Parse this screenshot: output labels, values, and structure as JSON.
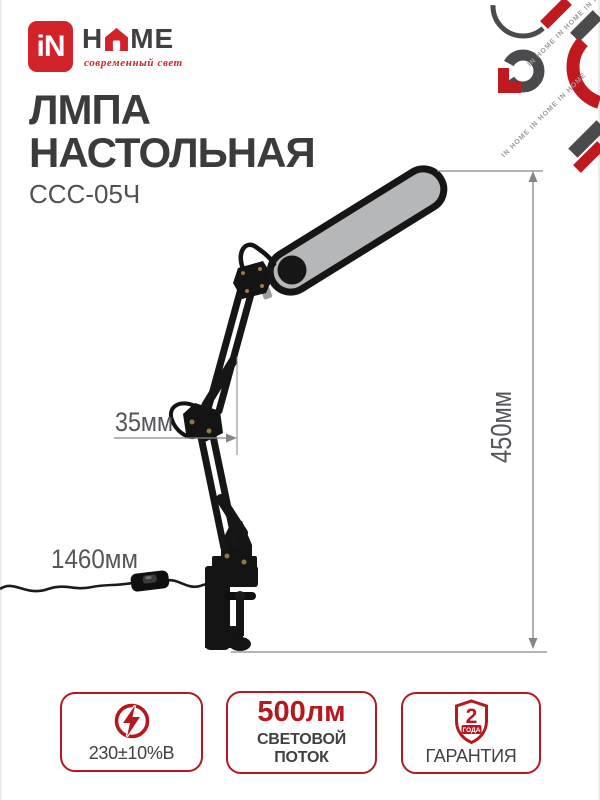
{
  "colors": {
    "accent_red": "#b5191f",
    "logo_red": "#d2232a",
    "dark_text": "#3b3b3d",
    "dim_gray": "#55565a",
    "lamp_black": "#161616",
    "lamp_shade_gray": "#b6b7b9"
  },
  "logo": {
    "mark": "iN",
    "home_h": "H",
    "home_me": "ME",
    "tagline": "современный свет"
  },
  "decoration": {
    "watermark": "IN HOME  IN HOME  IN HOME"
  },
  "title": {
    "line1": "ЛМПА",
    "line2": "НАСТОЛЬНАЯ",
    "model": "ССС-05Ч"
  },
  "dimensions": {
    "head_offset": "35мм",
    "height": "450мм",
    "cable": "1460мм"
  },
  "badges": {
    "voltage": {
      "label": "230±10%В"
    },
    "flux": {
      "value": "500лм",
      "label": "СВЕТОВОЙ ПОТОК"
    },
    "warranty": {
      "value": "2",
      "unit": "ГОДА",
      "label": "ГАРАНТИЯ"
    }
  }
}
